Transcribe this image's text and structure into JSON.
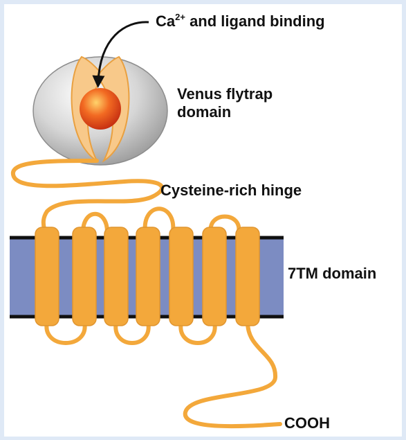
{
  "diagram": {
    "labels": {
      "ligand_binding": {
        "prefix": "Ca",
        "superscript": "2+",
        "suffix": " and ligand binding"
      },
      "venus_flytrap": {
        "line1": "Venus flytrap",
        "line2": "domain"
      },
      "hinge": "Cysteine-rich hinge",
      "tm_domain": "7TM domain",
      "terminus": "COOH"
    },
    "helix_count": 7,
    "colors": {
      "background": "#dfe9f6",
      "panel": "#ffffff",
      "membrane": "#7c8cc2",
      "membrane_edge": "#101010",
      "protein": "#f3a83b",
      "protein_light": "#f8c98a",
      "ligand": "#e2401a",
      "sphere": "#c9c9c9"
    }
  }
}
